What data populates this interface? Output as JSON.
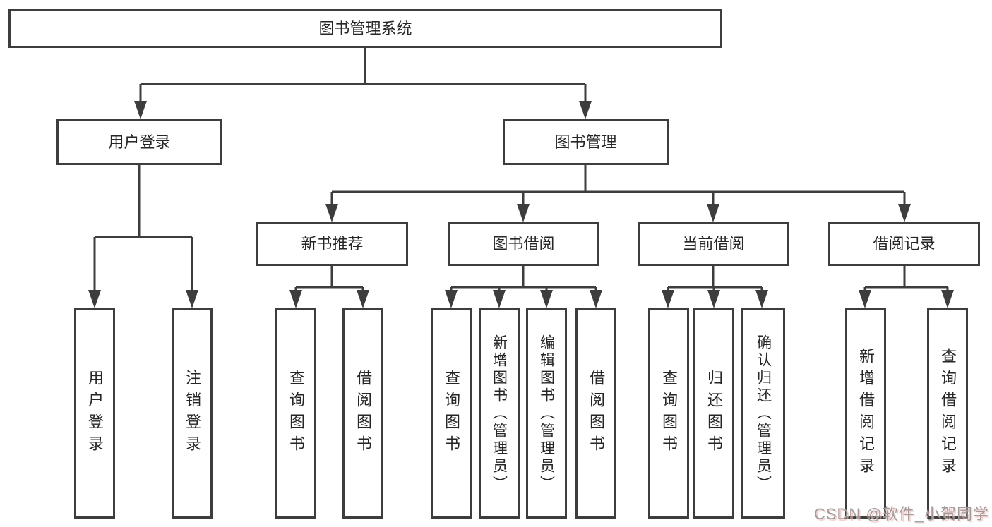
{
  "diagram": {
    "root": {
      "label": "图书管理系统",
      "children": [
        {
          "label": "用户登录",
          "children": [
            {
              "label": "用户登录"
            },
            {
              "label": "注销登录"
            }
          ]
        },
        {
          "label": "图书管理",
          "children": [
            {
              "label": "新书推荐",
              "children": [
                {
                  "label": "查询图书"
                },
                {
                  "label": "借阅图书"
                }
              ]
            },
            {
              "label": "图书借阅",
              "children": [
                {
                  "label": "查询图书"
                },
                {
                  "label": "新增图书（管理员）"
                },
                {
                  "label": "编辑图书（管理员）"
                },
                {
                  "label": "借阅图书"
                }
              ]
            },
            {
              "label": "当前借阅",
              "children": [
                {
                  "label": "查询图书"
                },
                {
                  "label": "归还图书"
                },
                {
                  "label": "确认归还（管理员）"
                }
              ]
            },
            {
              "label": "借阅记录",
              "children": [
                {
                  "label": "新增借阅记录"
                },
                {
                  "label": "查询借阅记录"
                }
              ]
            }
          ]
        }
      ]
    }
  },
  "watermark": {
    "text": "CSDN @软件_小贺同学"
  },
  "colors": {
    "box_border": "#3d3d3d",
    "connector": "#3d3d3d",
    "text": "#262626",
    "background": "#ffffff",
    "watermark_text": "#9d9d9d",
    "watermark_accent": "#f2b4b4"
  }
}
